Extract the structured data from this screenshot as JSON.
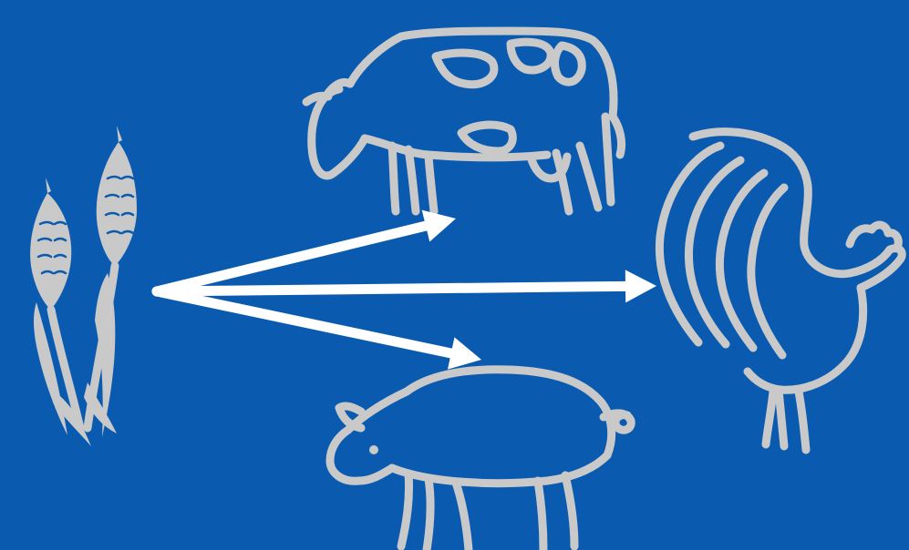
{
  "diagram": {
    "background_color": "#0a5bb0",
    "illustration_color": "#c9c9c9",
    "arrow_color": "#ffffff",
    "nodes": [
      {
        "id": "wheat",
        "icon": "wheat-icon"
      },
      {
        "id": "cow",
        "icon": "cow-icon"
      },
      {
        "id": "rooster",
        "icon": "rooster-icon"
      },
      {
        "id": "pig",
        "icon": "pig-icon"
      }
    ],
    "edges": [
      {
        "from": "wheat",
        "to": "cow"
      },
      {
        "from": "wheat",
        "to": "rooster"
      },
      {
        "from": "wheat",
        "to": "pig"
      }
    ]
  }
}
